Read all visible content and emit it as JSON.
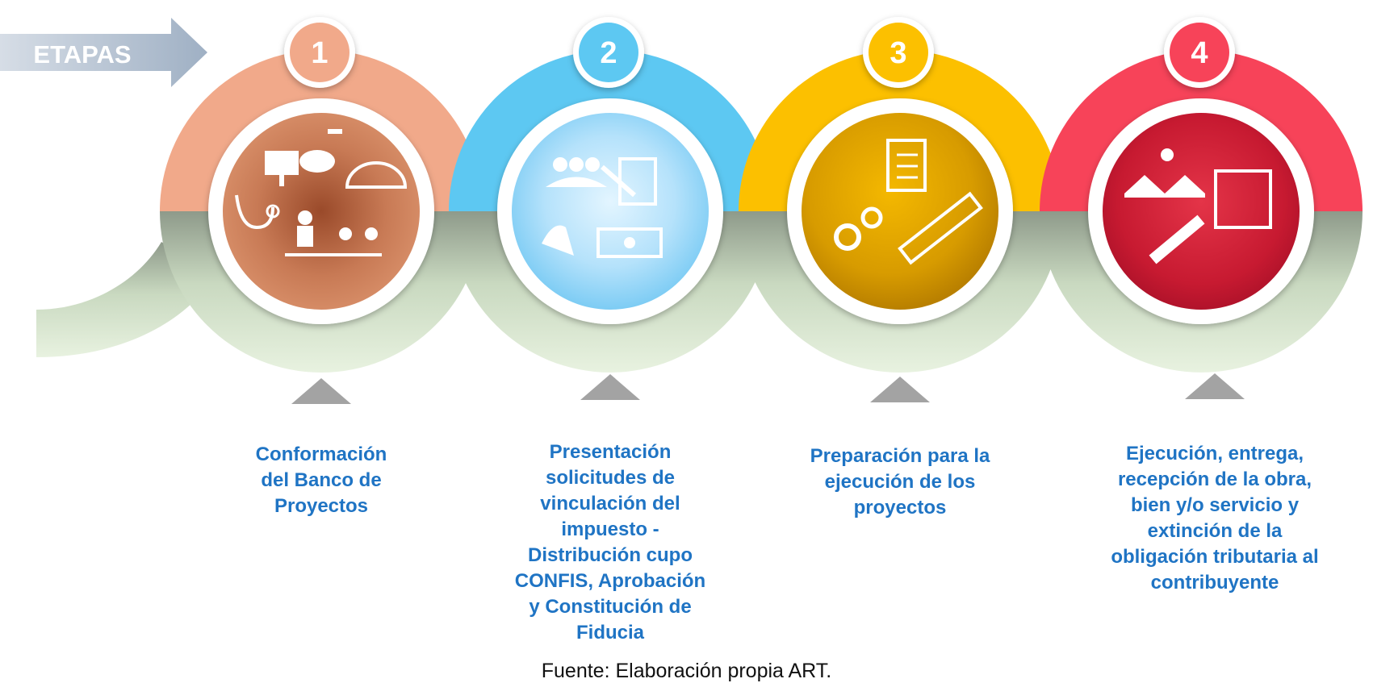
{
  "header": {
    "label": "ETAPAS"
  },
  "stages": [
    {
      "number": "1",
      "color": "#f1a98a",
      "inner": "#c8714d",
      "caption": "Conformación\ndel Banco de\nProyectos",
      "icons": [
        "solar-panel-icon",
        "handwashing-icon",
        "greenhouse-icon",
        "stethoscope-icon",
        "teacher-children-icon"
      ]
    },
    {
      "number": "2",
      "color": "#5dc8f2",
      "inner": "#a9defa",
      "caption": "Presentación\nsolicitudes de\nvinculación del\nimpuesto -\nDistribución cupo\nCONFIS,  Aprobación\ny Constitución de\nFiducia",
      "icons": [
        "group-icon",
        "clipboard-pen-icon",
        "clapping-hands-icon",
        "money-icon"
      ]
    },
    {
      "number": "3",
      "color": "#fcc000",
      "inner": "#e0a000",
      "caption": "Preparación para la\nejecución de los\nproyectos",
      "icons": [
        "checklist-icon",
        "gears-icon",
        "ruler-icon"
      ]
    },
    {
      "number": "4",
      "color": "#f74359",
      "inner": "#d11b35",
      "caption": "Ejecución,  entrega,\nrecepción de la obra,\nbien y/o servicio y\nextinción de la\nobligación tributaria al\ncontribuyente",
      "icons": [
        "sun-icon",
        "houses-icon",
        "blueprint-icon",
        "rocket-icon"
      ]
    }
  ],
  "source": "Fuente: Elaboración propia ART."
}
